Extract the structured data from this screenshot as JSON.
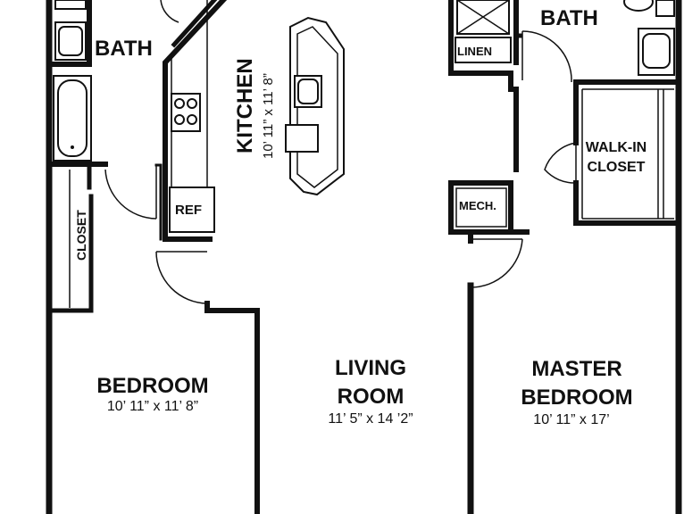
{
  "rooms": {
    "bath_left": {
      "name": "BATH"
    },
    "bath_right": {
      "name": "BATH"
    },
    "kitchen": {
      "name": "KITCHEN",
      "dims": "10’ 11” x 11’ 8”"
    },
    "bedroom": {
      "name": "BEDROOM",
      "dims": "10’ 11” x 11’ 8”"
    },
    "living": {
      "name_line1": "LIVING",
      "name_line2": "ROOM",
      "dims": "11’ 5” x 14 ’2”"
    },
    "master": {
      "name_line1": "MASTER",
      "name_line2": "BEDROOM",
      "dims": "10’ 11”  x 17’"
    },
    "walkin": {
      "name_line1": "WALK-IN",
      "name_line2": "CLOSET"
    },
    "closet": {
      "name": "CLOSET"
    },
    "linen": {
      "name": "LINEN"
    },
    "mech": {
      "name": "MECH."
    },
    "ref": {
      "name": "REF"
    }
  }
}
